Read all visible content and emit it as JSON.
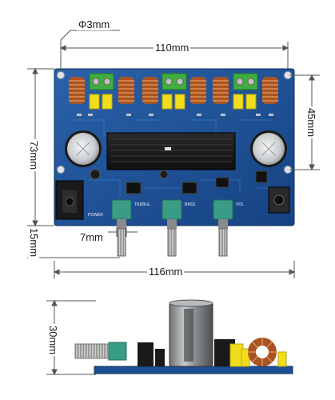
{
  "dimensions": {
    "hole_diameter": "Φ3mm",
    "board_width": "110mm",
    "mount_height": "45mm",
    "board_height": "73mm",
    "knob_height": "15mm",
    "knob_spacing": "7mm",
    "total_width": "116mm",
    "side_height": "30mm"
  },
  "silkscreen": {
    "knob1": "TREBLE",
    "knob2": "BASS",
    "knob3": "VOL",
    "power": "POWER"
  },
  "colors": {
    "pcb": "#1d4f94",
    "pcb_dark": "#123a73",
    "heatsink": "#1b1b1b",
    "terminal": "#3fae3f",
    "capacitor_yellow": "#f2dd1c",
    "coil_copper": "#b8622a",
    "knob": "#3a9c86"
  }
}
